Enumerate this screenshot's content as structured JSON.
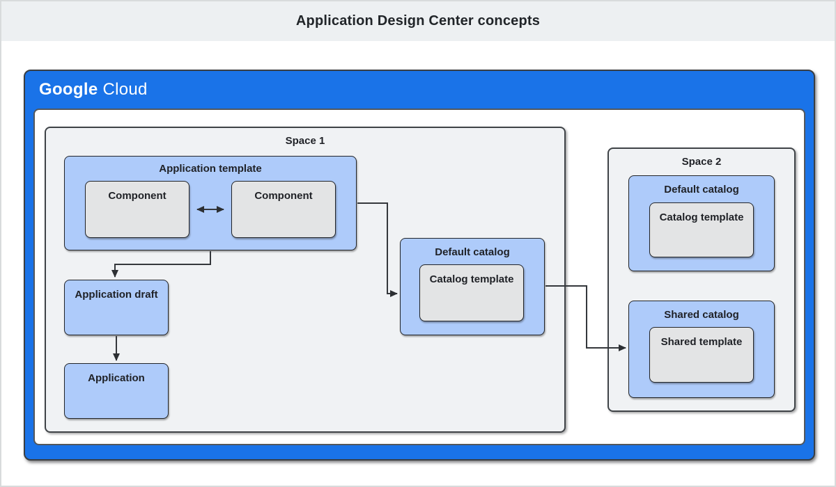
{
  "title": "Application Design Center concepts",
  "brand": {
    "google": "Google",
    "cloud": "Cloud"
  },
  "colors": {
    "banner_blue": "#1a73e8",
    "node_blue": "#aecbfa",
    "node_gray": "#e3e4e5",
    "space_background": "#f0f2f4",
    "title_band_background": "#edf0f2",
    "border_dark": "#212428",
    "text_dark": "#1f2126"
  },
  "diagram": {
    "space1": {
      "label": "Space 1",
      "application_template": {
        "label": "Application template",
        "components": [
          "Component",
          "Component"
        ]
      },
      "application_draft": {
        "label": "Application draft"
      },
      "application": {
        "label": "Application"
      },
      "default_catalog": {
        "label": "Default catalog",
        "catalog_template": {
          "label": "Catalog template"
        }
      }
    },
    "space2": {
      "label": "Space 2",
      "default_catalog": {
        "label": "Default catalog",
        "catalog_template": {
          "label": "Catalog template"
        }
      },
      "shared_catalog": {
        "label": "Shared catalog",
        "shared_template": {
          "label": "Shared template"
        }
      }
    }
  }
}
